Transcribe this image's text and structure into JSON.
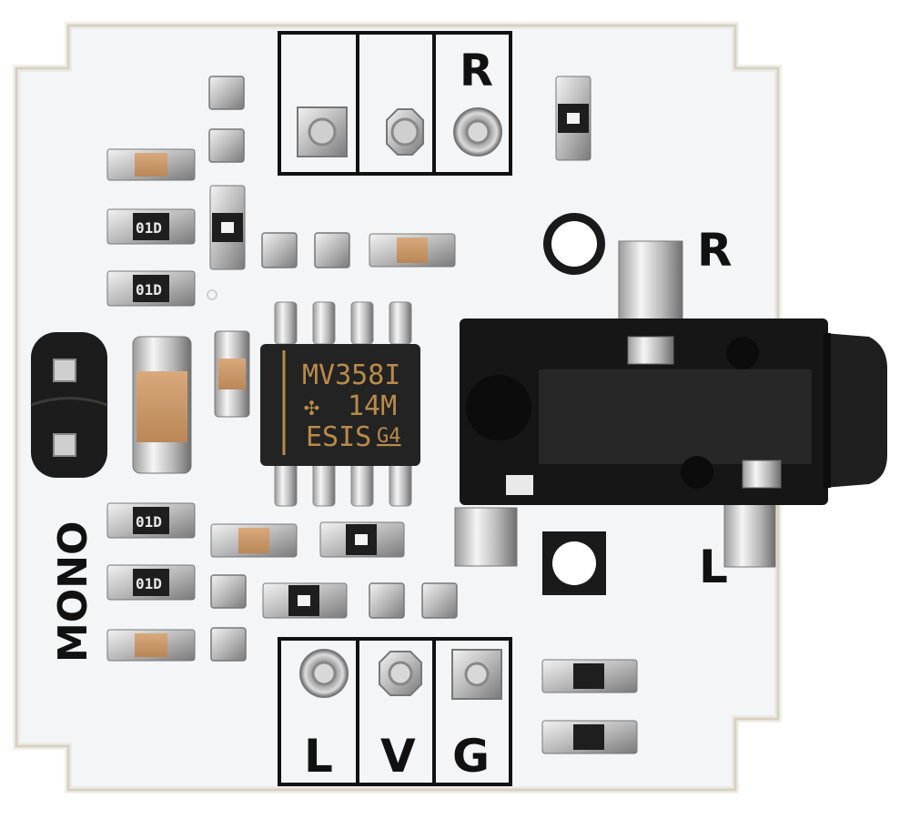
{
  "board": {
    "pcb_color": "#f4f5f7",
    "silkscreen_color": "#111111"
  },
  "labels": {
    "header_top_right": "R",
    "jack_right": "R",
    "jack_left": "L",
    "mono": "MONO",
    "pin_l": "L",
    "pin_v": "V",
    "pin_g": "G"
  },
  "chip": {
    "line1": "MV358I",
    "line2": "14M",
    "line3": "ESIS",
    "line3_suffix": "G4"
  },
  "resistor_code": "01D"
}
